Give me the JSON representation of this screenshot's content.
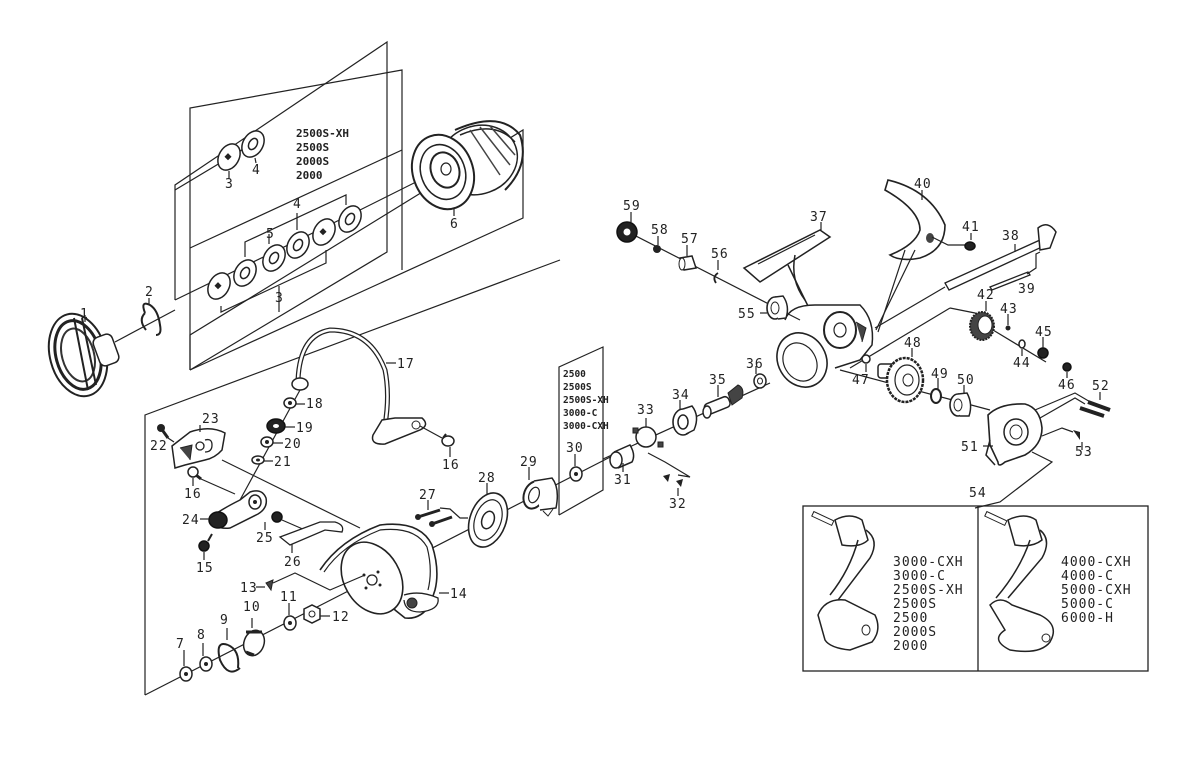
{
  "diagram": {
    "title": "Spinning reel exploded parts diagram",
    "colors": {
      "line": "#222222",
      "background": "#ffffff"
    },
    "part_numbers": {
      "p1": "1",
      "p2": "2",
      "p3a": "3",
      "p3b": "3",
      "p4a": "4",
      "p4b": "4",
      "p5": "5",
      "p6": "6",
      "p7": "7",
      "p8": "8",
      "p9": "9",
      "p10": "10",
      "p11": "11",
      "p12": "12",
      "p13": "13",
      "p14": "14",
      "p15": "15",
      "p16a": "16",
      "p16b": "16",
      "p17": "17",
      "p18": "18",
      "p19": "19",
      "p20": "20",
      "p21": "21",
      "p22": "22",
      "p23": "23",
      "p24": "24",
      "p25": "25",
      "p26": "26",
      "p27": "27",
      "p28": "28",
      "p29": "29",
      "p30": "30",
      "p31": "31",
      "p32": "32",
      "p33": "33",
      "p34": "34",
      "p35": "35",
      "p36": "36",
      "p37": "37",
      "p38": "38",
      "p39": "39",
      "p40": "40",
      "p41": "41",
      "p42": "42",
      "p43": "43",
      "p44": "44",
      "p45": "45",
      "p46": "46",
      "p47": "47",
      "p48": "48",
      "p49": "49",
      "p50": "50",
      "p51": "51",
      "p52": "52",
      "p53": "53",
      "p54": "54",
      "p55": "55",
      "p56": "56",
      "p57": "57",
      "p58": "58",
      "p59": "59"
    },
    "spool_models": [
      "2500S-XH",
      "2500S",
      "2000S",
      "2000"
    ],
    "part30_models": [
      "2500",
      "2500S",
      "2500S-XH",
      "3000-C",
      "3000-CXH"
    ],
    "handle_left_models": [
      "3000-CXH",
      "3000-C",
      "2500S-XH",
      "2500S",
      "2500",
      "2000S",
      "2000"
    ],
    "handle_right_models": [
      "4000-CXH",
      "4000-C",
      "5000-CXH",
      "5000-C",
      "6000-H"
    ]
  }
}
